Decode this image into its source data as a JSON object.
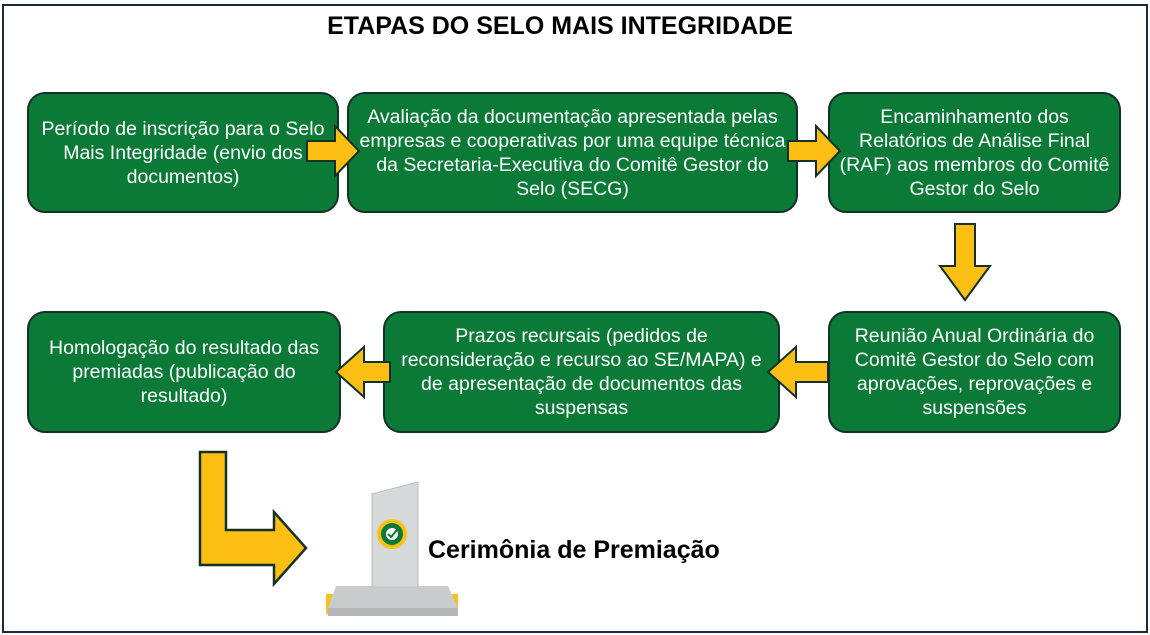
{
  "title": "ETAPAS DO SELO MAIS INTEGRIDADE",
  "steps": [
    {
      "text": "Período de inscrição para o Selo Mais Integridade (envio dos documentos)"
    },
    {
      "text": "Avaliação da documentação apresentada pelas empresas e cooperativas por uma equipe técnica da Secretaria-Executiva do Comitê Gestor do Selo (SECG)"
    },
    {
      "text": "Encaminhamento dos Relatórios de Análise Final (RAF) aos membros do Comitê Gestor do Selo"
    },
    {
      "text": "Reunião Anual Ordinária do Comitê Gestor do Selo com aprovações, reprovações e suspensões"
    },
    {
      "text": "Prazos recursais (pedidos de reconsideração e recurso ao SE/MAPA) e de apresentação de documentos das suspensas"
    },
    {
      "text": "Homologação do resultado das premiadas (publicação do resultado)"
    }
  ],
  "final_step": "Cerimônia de Premiação",
  "colors": {
    "box": "#0b7a37",
    "arrow": "#fdbf14",
    "outline": "#14302a"
  }
}
